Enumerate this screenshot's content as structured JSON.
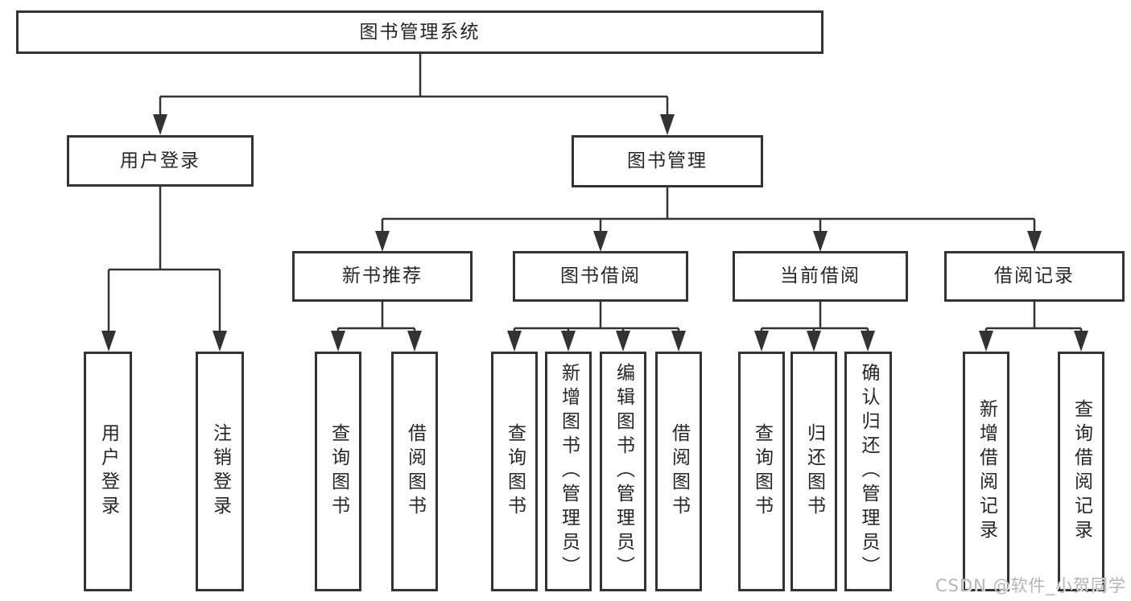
{
  "colors": {
    "line": "#333333",
    "border": "#333333",
    "text": "#262626",
    "background": "#ffffff",
    "watermark_text": "#b5b5b5"
  },
  "watermark": {
    "text": "CSDN @软件_小贺同学"
  },
  "tree": {
    "label": "图书管理系统",
    "children": [
      {
        "label": "用户登录",
        "children": [
          {
            "label": "用户登录"
          },
          {
            "label": "注销登录"
          }
        ]
      },
      {
        "label": "图书管理",
        "children": [
          {
            "label": "新书推荐",
            "children": [
              {
                "label": "查询图书"
              },
              {
                "label": "借阅图书"
              }
            ]
          },
          {
            "label": "图书借阅",
            "children": [
              {
                "label": "查询图书"
              },
              {
                "label": "新增图书（管理员）"
              },
              {
                "label": "编辑图书（管理员）"
              },
              {
                "label": "借阅图书"
              }
            ]
          },
          {
            "label": "当前借阅",
            "children": [
              {
                "label": "查询图书"
              },
              {
                "label": "归还图书"
              },
              {
                "label": "确认归还（管理员）"
              }
            ]
          },
          {
            "label": "借阅记录",
            "children": [
              {
                "label": "新增借阅记录"
              },
              {
                "label": "查询借阅记录"
              }
            ]
          }
        ]
      }
    ]
  }
}
